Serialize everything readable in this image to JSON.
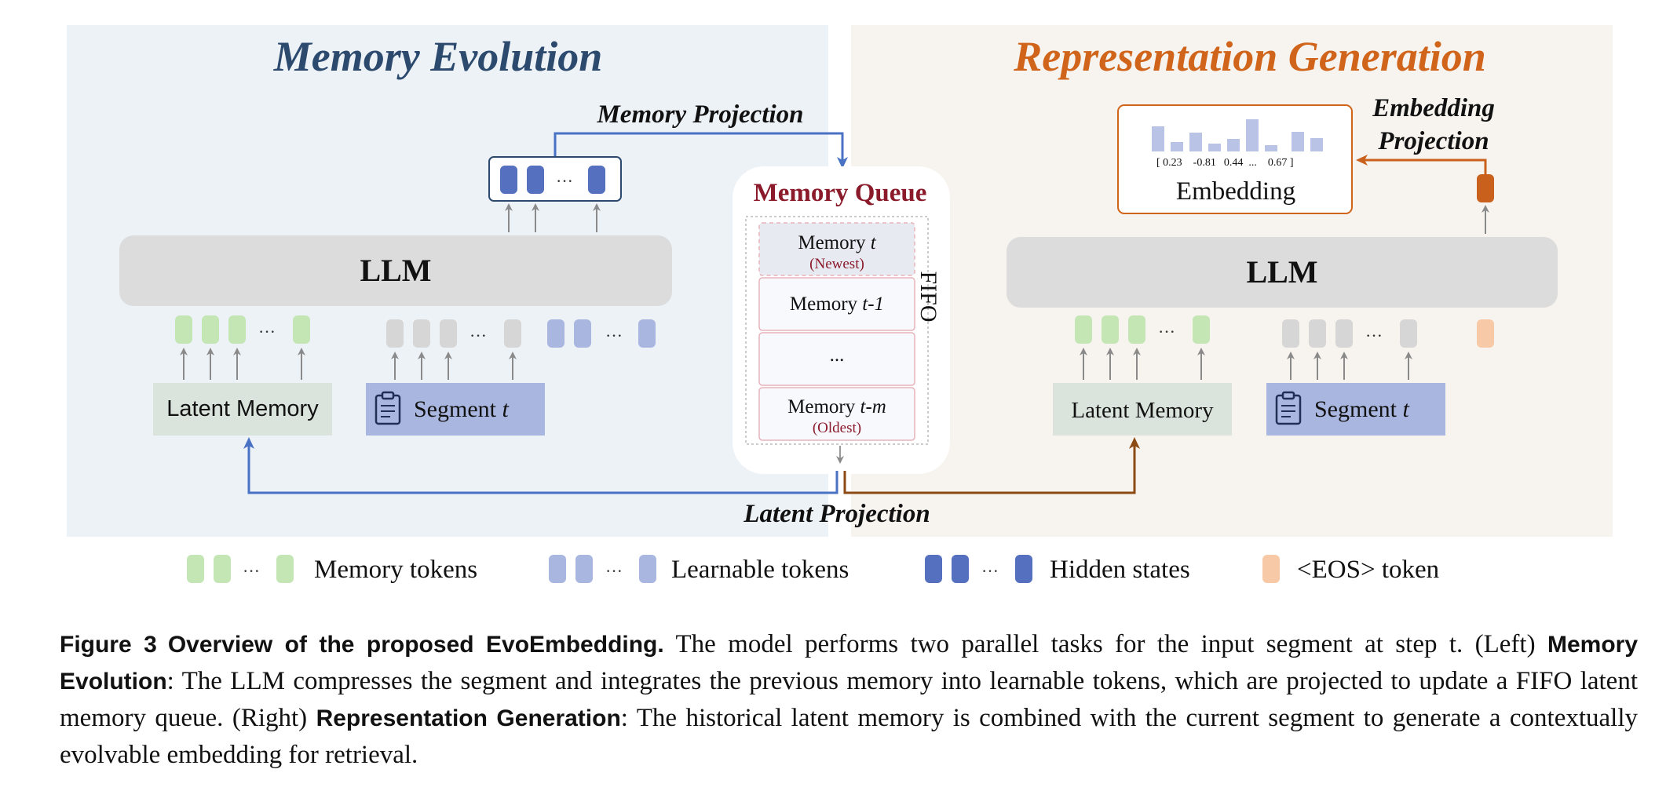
{
  "colors": {
    "left_panel_bg": "#edf2f7",
    "right_panel_bg": "#f7f3ee",
    "left_title": "#2c4a6e",
    "right_title": "#d0641a",
    "queue_title": "#8b1a2b",
    "memory_token": "#c3e6b4",
    "segment_token": "#d6d6d6",
    "learnable_token": "#a9b6df",
    "hidden_state": "#5470be",
    "eos_token": "#f8c9a6",
    "blue_arrow": "#4a72c4",
    "brown_arrow": "#8c4a14",
    "orange_arrow": "#c9601c"
  },
  "left_panel": {
    "title": "Memory Evolution",
    "projection_label": "Memory Projection",
    "llm_label": "LLM",
    "latent_memory_label": "Latent Memory",
    "segment_label": "Segment",
    "segment_var": "t",
    "ellipsis": "···"
  },
  "right_panel": {
    "title": "Representation Generation",
    "projection_label_line1": "Embedding",
    "projection_label_line2": "Projection",
    "embedding_label": "Embedding",
    "embedding_values": [
      "[ 0.23",
      "-0.81",
      "0.44",
      "...",
      "0.67 ]"
    ],
    "llm_label": "LLM",
    "latent_memory_label": "Latent Memory",
    "segment_label": "Segment",
    "segment_var": "t",
    "ellipsis": "···"
  },
  "queue": {
    "title": "Memory Queue",
    "fifo_label": "FIFO",
    "slot_prefix": "Memory",
    "newest_var": "t",
    "newest_note": "(Newest)",
    "second_var": "t-1",
    "middle": "...",
    "oldest_var": "t-m",
    "oldest_note": "(Oldest)"
  },
  "latent_projection_label": "Latent Projection",
  "legend": {
    "memory_tokens": "Memory tokens",
    "learnable_tokens": "Learnable tokens",
    "hidden_states": "Hidden states",
    "eos_token": "<EOS> token",
    "ellipsis": "···"
  },
  "caption": {
    "figure_label": "Figure 3",
    "figure_title": "Overview of the proposed EvoEmbedding.",
    "sentence1": "The model performs two parallel tasks for the input segment at step t.",
    "left_tag": "(Left)",
    "left_name": "Memory Evolution",
    "left_text": ": The LLM compresses the segment and integrates the previous memory into learnable tokens, which are projected to update a FIFO latent memory queue.",
    "right_tag": "(Right)",
    "right_name": "Representation Generation",
    "right_text": ": The historical latent memory is combined with the current segment to generate a contextually evolvable embedding for retrieval."
  }
}
